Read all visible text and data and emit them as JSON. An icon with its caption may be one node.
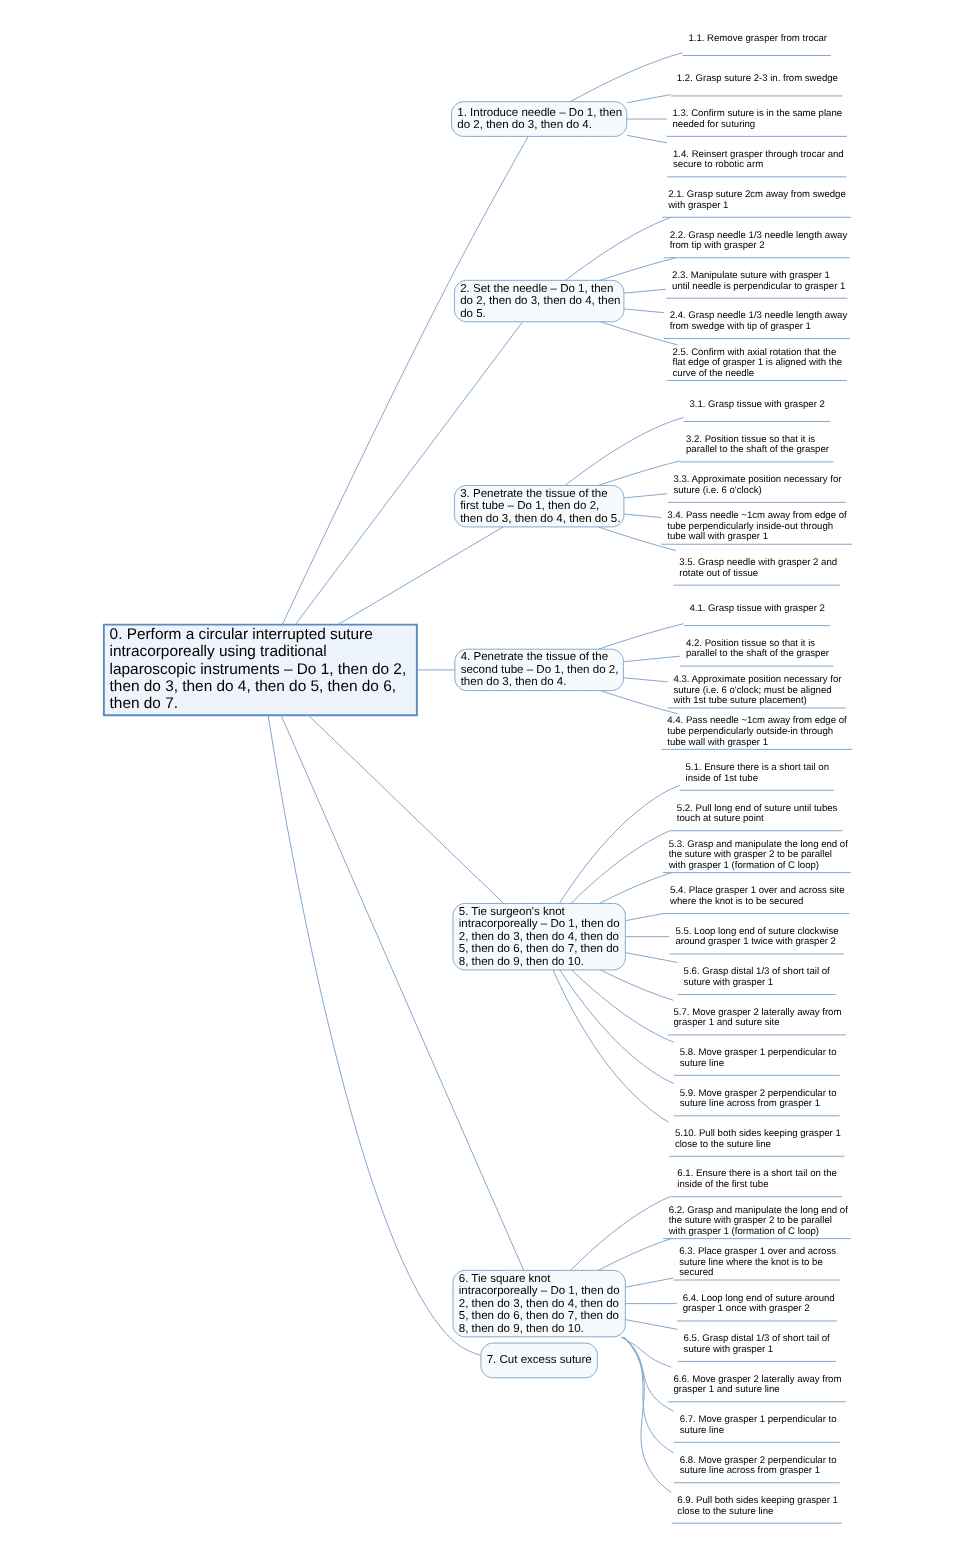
{
  "diagram": {
    "nodes": [
      {
        "text": [
          "0. Perform a circular interrupted suture intracorporeally using traditional laparoscopic instruments – Do 1, then do 2, then do 3, then do 4, then do 5, then do 6, then do 7."
        ]
      },
      {
        "text": [
          "1. Introduce needle – Do 1, then do 2, then do 3, then do 4."
        ]
      },
      {
        "text": [
          "1.1. Remove grasper from trocar"
        ]
      },
      {
        "text": [
          "1.2. Grasp suture 2-3 in. from swedge"
        ]
      },
      {
        "text": [
          "1.3. Confirm suture is in the same plane needed for suturing"
        ]
      },
      {
        "text": [
          "1.4. Reinsert grasper through trocar and secure to robotic arm"
        ]
      },
      {
        "text": [
          "2. Set the needle – Do 1, then do 2, then do 3, then do 4, then do 5."
        ]
      },
      {
        "text": [
          "2.1. Grasp suture 2cm away from swedge with grasper 1"
        ]
      },
      {
        "text": [
          "2.2. Grasp needle 1/3 needle length away from tip with grasper 2"
        ]
      },
      {
        "text": [
          "2.3. Manipulate suture with grasper 1 until needle is perpendicular to grasper 1"
        ]
      },
      {
        "text": [
          "2.4. Grasp needle 1/3 needle length away from swedge with tip of grasper 1"
        ]
      },
      {
        "text": [
          "2.5. Confirm with axial rotation that the flat edge of grasper 1 is aligned with the curve of the needle"
        ]
      },
      {
        "text": [
          "3. Penetrate the tissue of the first tube – Do 1, then do 2, then do 3, then do 4, then do 5."
        ]
      },
      {
        "text": [
          "3.1. Grasp tissue with grasper 2"
        ]
      },
      {
        "text": [
          "3.2. Position tissue so that it is parallel to the shaft of the grasper"
        ]
      },
      {
        "text": [
          "3.3. Approximate position necessary for suture (i.e. 6 o'clock)"
        ]
      },
      {
        "text": [
          "3.4. Pass needle ~1cm away from edge of tube perpendicularly inside-out through tube wall with grasper 1"
        ]
      },
      {
        "text": [
          "3.5. Grasp needle with grasper 2 and rotate out of tissue"
        ]
      },
      {
        "text": [
          "4. Penetrate the tissue of the second tube – Do 1, then do 2, then do 3, then do 4."
        ]
      },
      {
        "text": [
          "4.1. Grasp tissue with grasper 2"
        ]
      },
      {
        "text": [
          "4.2. Position tissue so that it is parallel to the shaft of the grasper"
        ]
      },
      {
        "text": [
          "4.3. Approximate position necessary for suture (i.e. 6 o'clock; must be aligned with 1st tube suture placement)"
        ]
      },
      {
        "text": [
          "4.4. Pass needle ~1cm away from edge of tube perpendicularly outside-in through tube wall with grasper 1"
        ]
      },
      {
        "text": [
          "5. Tie surgeon's knot intracorporeally – Do 1, then do 2, then do 3, then do 4, then do 5, then do 6, then do 7, then do 8, then do 9, then do 10."
        ]
      },
      {
        "text": [
          "5.1. Ensure there is a short tail on inside of 1st tube"
        ]
      },
      {
        "text": [
          "5.2. Pull long end of suture until tubes touch at suture point"
        ]
      },
      {
        "text": [
          "5.3. Grasp and manipulate the long end of the suture with grasper 2 to be parallel with grasper 1 (formation of C loop)"
        ]
      },
      {
        "text": [
          "5.4. Place grasper 1 over and across site where the knot is to be secured"
        ]
      },
      {
        "text": [
          "5.5. Loop long end of suture clockwise around grasper 1 twice with grasper 2"
        ]
      },
      {
        "text": [
          "5.6. Grasp distal 1/3 of short tail of suture with grasper 1"
        ]
      },
      {
        "text": [
          "5.7. Move grasper 2 laterally away from grasper 1 and suture site"
        ]
      },
      {
        "text": [
          "5.8. Move grasper 1 perpendicular to suture line"
        ]
      },
      {
        "text": [
          "5.9. Move grasper 2 perpendicular to suture line across from grasper 1"
        ]
      },
      {
        "text": [
          "5.10. Pull both sides keeping grasper 1 close to the suture line"
        ]
      },
      {
        "text": [
          "6. Tie square knot intracorporeally – Do 1, then do 2, then do 3, then do 4, then do 5, then do 6, then do 7, then do 8, then do 9, then do 10."
        ]
      },
      {
        "text": [
          "6.1. Ensure there is a short tail on the inside of the first tube"
        ]
      },
      {
        "text": [
          "6.2. Grasp and manipulate the long end of the suture with grasper 2 to be parallel with grasper 1 (formation of C loop)"
        ]
      },
      {
        "text": [
          "6.3. Place grasper 1 over and across suture line where the knot is to be secured"
        ]
      },
      {
        "text": [
          "6.4. Loop long end of suture around grasper 1 once with grasper 2"
        ]
      },
      {
        "text": [
          "6.5. Grasp distal 1/3 of short tail of suture with grasper 1"
        ]
      },
      {
        "text": [
          "6.6. Move grasper 2 laterally away from grasper 1 and suture line"
        ]
      },
      {
        "text": [
          "6.7. Move grasper 1 perpendicular to suture line"
        ]
      },
      {
        "text": [
          "6.8. Move grasper 2 perpendicular to suture line across from grasper 1"
        ]
      },
      {
        "text": [
          "6.9. Pull both sides keeping grasper 1 close to the suture line"
        ]
      },
      {
        "text": [
          "7. Cut excess suture"
        ]
      }
    ],
    "edges": [
      {
        "from": 0,
        "to": 1,
        "arrow": "none"
      },
      {
        "from": 1,
        "to": 2,
        "arrow": "none"
      },
      {
        "from": 1,
        "to": 3,
        "arrow": "none"
      },
      {
        "from": 1,
        "to": 4,
        "arrow": "none"
      },
      {
        "from": 1,
        "to": 5,
        "arrow": "none"
      },
      {
        "from": 0,
        "to": 6,
        "arrow": "none"
      },
      {
        "from": 6,
        "to": 7,
        "arrow": "none"
      },
      {
        "from": 6,
        "to": 8,
        "arrow": "none"
      },
      {
        "from": 6,
        "to": 9,
        "arrow": "none"
      },
      {
        "from": 6,
        "to": 10,
        "arrow": "none"
      },
      {
        "from": 6,
        "to": 11,
        "arrow": "none"
      },
      {
        "from": 0,
        "to": 12,
        "arrow": "none"
      },
      {
        "from": 12,
        "to": 13,
        "arrow": "none"
      },
      {
        "from": 12,
        "to": 14,
        "arrow": "none"
      },
      {
        "from": 12,
        "to": 15,
        "arrow": "none"
      },
      {
        "from": 12,
        "to": 16,
        "arrow": "none"
      },
      {
        "from": 12,
        "to": 17,
        "arrow": "none"
      },
      {
        "from": 0,
        "to": 18,
        "arrow": "none"
      },
      {
        "from": 18,
        "to": 19,
        "arrow": "none"
      },
      {
        "from": 18,
        "to": 20,
        "arrow": "none"
      },
      {
        "from": 18,
        "to": 21,
        "arrow": "none"
      },
      {
        "from": 18,
        "to": 22,
        "arrow": "none"
      },
      {
        "from": 0,
        "to": 23,
        "arrow": "none"
      },
      {
        "from": 23,
        "to": 24,
        "arrow": "none"
      },
      {
        "from": 23,
        "to": 25,
        "arrow": "none"
      },
      {
        "from": 23,
        "to": 26,
        "arrow": "none"
      },
      {
        "from": 23,
        "to": 27,
        "arrow": "none"
      },
      {
        "from": 23,
        "to": 28,
        "arrow": "none"
      },
      {
        "from": 23,
        "to": 29,
        "arrow": "none"
      },
      {
        "from": 23,
        "to": 30,
        "arrow": "none"
      },
      {
        "from": 23,
        "to": 31,
        "arrow": "none"
      },
      {
        "from": 23,
        "to": 32,
        "arrow": "none"
      },
      {
        "from": 23,
        "to": 33,
        "arrow": "none"
      },
      {
        "from": 0,
        "to": 34,
        "arrow": "none"
      },
      {
        "from": 34,
        "to": 35,
        "arrow": "none"
      },
      {
        "from": 34,
        "to": 36,
        "arrow": "none"
      },
      {
        "from": 34,
        "to": 37,
        "arrow": "none"
      },
      {
        "from": 34,
        "to": 38,
        "arrow": "none"
      },
      {
        "from": 34,
        "to": 39,
        "arrow": "none"
      },
      {
        "from": 34,
        "to": 40,
        "arrow": "none"
      },
      {
        "from": 34,
        "to": 41,
        "arrow": "none"
      },
      {
        "from": 34,
        "to": 42,
        "arrow": "none"
      },
      {
        "from": 34,
        "to": 43,
        "arrow": "none"
      },
      {
        "from": 0,
        "to": 44,
        "arrow": "none"
      }
    ]
  }
}
